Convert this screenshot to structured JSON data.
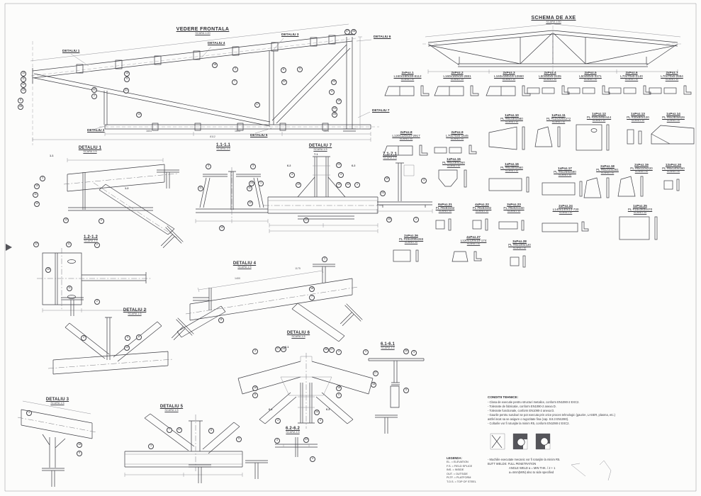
{
  "titles": {
    "front_view": {
      "title": "VEDERE FRONTALA",
      "scale": "SCARA 1:20"
    },
    "axes_schema": {
      "title": "SCHEMA DE AXE",
      "scale": "SCARA 1:50"
    }
  },
  "callouts": [
    "DETALIU 1",
    "DETALIU 4",
    "DETALIU 3",
    "DETALIU 6",
    "DETALIU 7",
    "DETALIU 5",
    "DETALIU 2"
  ],
  "details": [
    {
      "title": "DETALIU 1",
      "scale": "SCARA 1:5"
    },
    {
      "title": "1.1-1.1",
      "scale": "SCARA 1:5"
    },
    {
      "title": "DETALIU 7",
      "scale": "SCARA 1:5"
    },
    {
      "title": "7.1-7.1",
      "scale": "SCARA 1:5"
    },
    {
      "title": "1.2-1.2",
      "scale": "SCARA 1:5"
    },
    {
      "title": "DETALIU 4",
      "scale": "SCARA 1:5"
    },
    {
      "title": "DETALIU 2",
      "scale": "SCARA 1:5"
    },
    {
      "title": "DETALIU 3",
      "scale": "SCARA 1:5"
    },
    {
      "title": "DETALIU 5",
      "scale": "SCARA 1:5"
    },
    {
      "title": "DETALIU 6",
      "scale": "SCARA 1:5"
    },
    {
      "title": "6.1-6.1",
      "scale": "SCARA 1:5"
    },
    {
      "title": "6.2-6.2",
      "scale": "SCARA 1:5"
    }
  ],
  "parts": [
    {
      "qty": "2xPoz.1",
      "spec": "L160x160x16-8112",
      "scale": "SCARA 1:10"
    },
    {
      "qty": "2xPoz.2",
      "spec": "L160x160x16-2881",
      "scale": "SCARA 1:10"
    },
    {
      "qty": "2xPoz.3",
      "spec": "L160x160x16-10980",
      "scale": "SCARA 1:10"
    },
    {
      "qty": "2xPoz.4",
      "spec": "L50x50x5-2405",
      "scale": "SCARA 1:10"
    },
    {
      "qty": "2xPoz.5",
      "spec": "L50x50x5-3371",
      "scale": "SCARA 1:10"
    },
    {
      "qty": "2xPoz.6",
      "spec": "L70x70x6-2140",
      "scale": "SCARA 1:10"
    },
    {
      "qty": "2xPoz.7",
      "spec": "L70x70x6-2994",
      "scale": "SCARA 1:10"
    },
    {
      "qty": "2xPoz.8",
      "spec": "L120x120x10-2917",
      "scale": "SCARA 1:10"
    },
    {
      "qty": "2xPoz.9",
      "spec": "L70x70x6-1545",
      "scale": "SCARA 1:10"
    },
    {
      "qty": "1xPoz.10",
      "spec": "PL #8x330x580",
      "scale": "SCARA 1:10"
    },
    {
      "qty": "1xPoz.11",
      "spec": "PL #12x220x272",
      "scale": "SCARA 1:10"
    },
    {
      "qty": "1xPoz.12",
      "spec": "PL #20x345x444",
      "scale": "SCARA 1:10"
    },
    {
      "qty": "1xPoz.13",
      "spec": "PL #30x60x120",
      "scale": "SCARA 1:10"
    },
    {
      "qty": "1xPoz.14",
      "spec": "PL #8x283x629",
      "scale": "SCARA 1:10"
    },
    {
      "qty": "1xPoz.15",
      "spec": "PL #8x230x250",
      "scale": "SCARA 1:10"
    },
    {
      "qty": "1xPoz.16",
      "spec": "PL #8x300x660",
      "scale": "SCARA 1:10"
    },
    {
      "qty": "1xPoz.17",
      "spec": "PL #8x259x590",
      "scale": "SCARA 1:10"
    },
    {
      "qty": "2xPoz.18",
      "spec": "PL #8x210x261",
      "scale": "SCARA 1:10"
    },
    {
      "qty": "2xPoz.19",
      "spec": "PL #8x110x220",
      "scale": "SCARA 1:10"
    },
    {
      "qty": "12xPoz.20",
      "spec": "PL #8x140x160",
      "scale": "SCARA 1:10"
    },
    {
      "qty": "8xPoz.21",
      "spec": "PL #8x82x82",
      "scale": "SCARA 1:10"
    },
    {
      "qty": "4xPoz.22",
      "spec": "PL #8x62x82",
      "scale": "SCARA 1:10"
    },
    {
      "qty": "3xPoz.23",
      "spec": "PL #8x62x160",
      "scale": "SCARA 1:10"
    },
    {
      "qty": "2xPoz.24",
      "spec": "L140x140x14-730",
      "scale": "SCARA 1:10"
    },
    {
      "qty": "1xPoz.25",
      "spec": "PL #15x383x470",
      "scale": "SCARA 1:10"
    },
    {
      "qty": "2xPoz.26",
      "spec": "PL #15x200x288",
      "scale": "SCARA 1:10"
    },
    {
      "qty": "4xPoz.27",
      "spec": "L120x120x10-174",
      "scale": "SCARA 1:10"
    },
    {
      "qty": "3xPoz.28",
      "spec": "PL #8x100x120",
      "scale": "SCARA 1:10"
    }
  ],
  "balloon_numbers": [
    "10",
    "11",
    "12",
    "13",
    "8",
    "28",
    "20",
    "2",
    "15",
    "9",
    "21",
    "14",
    "18",
    "3",
    "7",
    "6",
    "22",
    "5",
    "17",
    "23",
    "4",
    "19",
    "24",
    "25",
    "27",
    "26",
    "3",
    "10",
    "11",
    "12",
    "13",
    "2",
    "3",
    "3",
    "11",
    "11",
    "10",
    "13",
    "24",
    "1",
    "4",
    "19",
    "23",
    "4",
    "19",
    "24",
    "1",
    "25",
    "19",
    "4",
    "24",
    "25",
    "1",
    "12",
    "11",
    "2",
    "10",
    "11",
    "2",
    "3",
    "16",
    "7",
    "8",
    "2",
    "9",
    "8",
    "14",
    "3",
    "16",
    "9",
    "7",
    "17",
    "6",
    "5",
    "1",
    "3",
    "27",
    "26",
    "26",
    "27",
    "3",
    "18",
    "5",
    "18",
    "5",
    "24",
    "4",
    "4",
    "3",
    "26",
    "3",
    "27",
    "18",
    "5",
    "4",
    "23",
    "4"
  ],
  "section_markers": [
    "1.1",
    "1.2",
    "7.1",
    "6.2",
    "6.2",
    "6.1",
    "6.2",
    "6.2"
  ],
  "dimensions": {
    "labels": [
      "1604",
      "1604",
      "1604",
      "8112",
      "1400",
      "1175"
    ]
  },
  "tech_notes": {
    "title": "CONDITII TEHNICE:",
    "items": [
      "- Clasa de executie pentru structuri metalice, conform EN1090-2 EXC2.",
      "- Tolerante de fabricatie, conform EN1090-2 anexa D.",
      "- Tolerante functionale, conform EN1090-2 anexa D.",
      "- Gaurile pentru suruburi se pot executa prin orice proces tehnologic (gaurire, LASER, plasma, etc.) astfel incat sa se asigure o rugozitate fina (cap. 8.8.3 EN1090).",
      "- Colturile vor fi rotunjite la minim R5, conform EN1090-2 EXC2."
    ],
    "weld_note": "- Muchiile executate mecanic vor fi rotunjite la minim R5.",
    "butt_weld": "BUTT WELDS:  FULL PENETRATION",
    "angle_weld": "ANGLE WELD  a = MIN THK. / 2  + 1",
    "angle_note": "a=4mm(MIN) also to side specified"
  },
  "legend": {
    "title": "LEGENDA:",
    "items": [
      "EL. = ELEVATION",
      "F.S. = FIELD SPLICE",
      "INS. = INSIDE",
      "OUT. = OUTSIDE",
      "PLTF. = PLATFORM",
      "T.O.S. = TOP OF STEEL"
    ]
  }
}
